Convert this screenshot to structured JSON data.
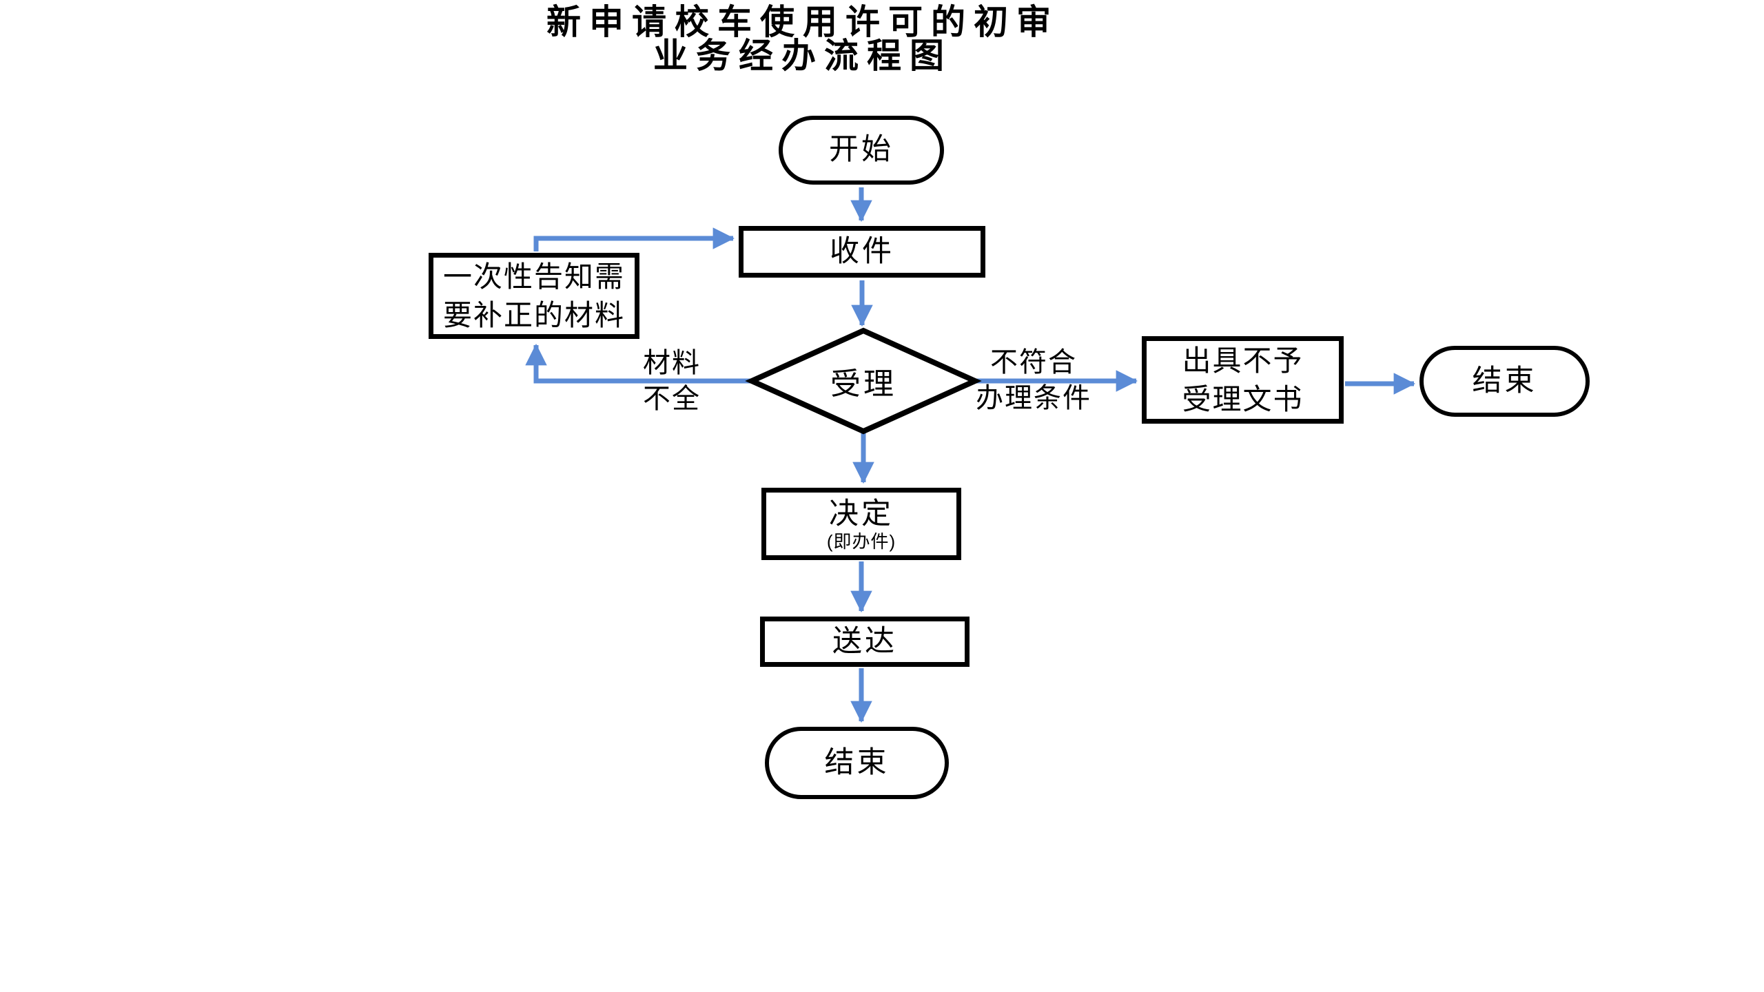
{
  "title": {
    "line1": "新申请校车使用许可的初审",
    "line2": "业务经办流程图"
  },
  "nodes": {
    "start": {
      "label": "开始",
      "shape": "terminator"
    },
    "receive": {
      "label": "收件",
      "shape": "process"
    },
    "review": {
      "label": "受理",
      "shape": "decision"
    },
    "notify": {
      "label": "一次性告知需要补正的材料",
      "lines": [
        "一次性告知需",
        "要补正的材料"
      ],
      "shape": "process"
    },
    "issue": {
      "label": "出具不予受理文书",
      "lines": [
        "出具不予",
        "受理文书"
      ],
      "shape": "process"
    },
    "end_right": {
      "label": "结束",
      "shape": "terminator"
    },
    "decide": {
      "label": "决定",
      "sublabel": "(即办件)",
      "shape": "process"
    },
    "deliver": {
      "label": "送达",
      "shape": "process"
    },
    "end_bottom": {
      "label": "结束",
      "shape": "terminator"
    }
  },
  "edge_labels": {
    "materials_incomplete": {
      "line1": "材料",
      "line2": "不全"
    },
    "not_meet_conditions": {
      "line1": "不符合",
      "line2": "办理条件"
    }
  },
  "colors": {
    "connector": "#5B8BD6",
    "shape_border": "#000000",
    "text": "#000000",
    "background": "#FFFFFF"
  }
}
